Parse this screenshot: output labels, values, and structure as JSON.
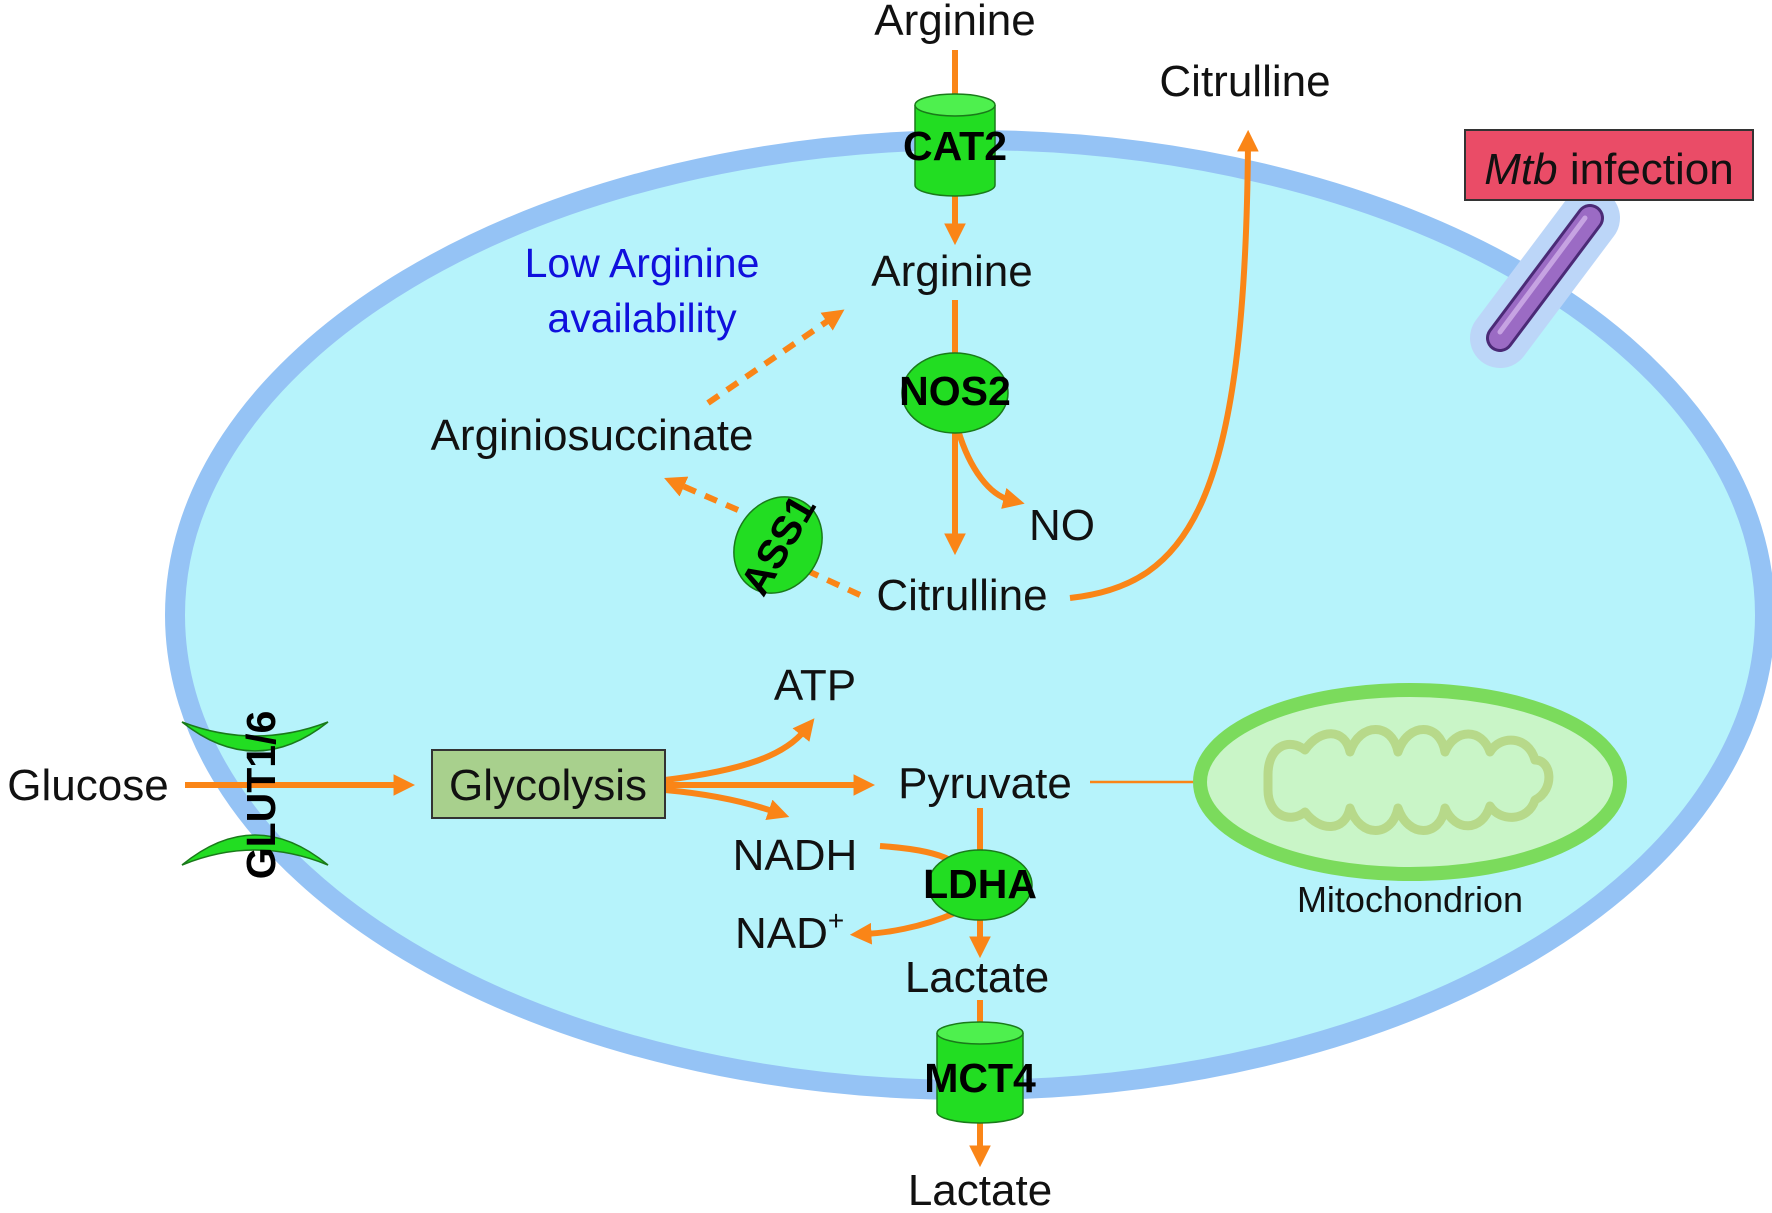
{
  "diagram": {
    "metabolites": {
      "arginine_outside": "Arginine",
      "arginine_inside": "Arginine",
      "citrulline_outside": "Citrulline",
      "citrulline_inside": "Citrulline",
      "argininosuccinate": "Arginiosuccinate",
      "no": "NO",
      "glucose": "Glucose",
      "atp": "ATP",
      "pyruvate": "Pyruvate",
      "nadh": "NADH",
      "nad_base": "NAD",
      "nad_superscript": "+",
      "lactate_inside": "Lactate",
      "lactate_outside": "Lactate"
    },
    "enzymes": {
      "cat2": "CAT2",
      "nos2": "NOS2",
      "ass1": "ASS1",
      "glut": "GLUT1/6",
      "ldha": "LDHA",
      "mct4": "MCT4"
    },
    "process": {
      "glycolysis": "Glycolysis"
    },
    "annotation": {
      "line1": "Low Arginine",
      "line2": "availability"
    },
    "organelle": {
      "mitochondrion": "Mitochondrion"
    },
    "infection": {
      "organism": "Mtb",
      "suffix": " infection"
    },
    "colors": {
      "cell_fill": "#b6f3fb",
      "membrane": "#95c3f5",
      "arrow": "#fa8517",
      "enzyme_green": "#22dd22",
      "glycolysis_box": "#a8d08d",
      "mito_outer": "#7bdb5c",
      "mito_inner_fill": "#c9f5c7",
      "cristae": "#b7d98a",
      "infection_box": "#ea4c67",
      "bacterium": "#9b6bc4",
      "annotation_text": "#1010dd"
    }
  }
}
